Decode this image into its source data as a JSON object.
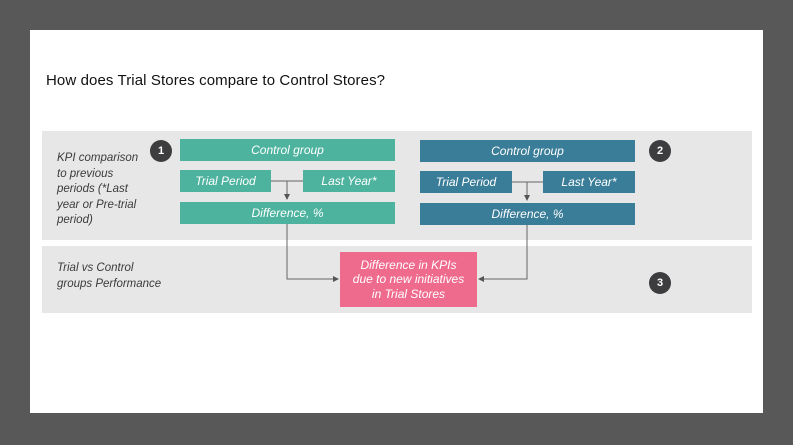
{
  "slide": {
    "title": "How does Trial Stores compare to Control Stores?"
  },
  "rows": {
    "kpi_label": "KPI comparison to previous periods (*Last year or Pre-trial period)",
    "kpi_lines": [
      "KPI comparison",
      "to previous",
      "periods (*Last",
      "year or Pre-trial",
      "period)"
    ],
    "perf_lines": [
      "Trial vs Control",
      "groups Performance"
    ]
  },
  "left_group": {
    "badge": "1",
    "header": "Control group",
    "trial": "Trial Period",
    "last_year": "Last Year*",
    "difference": "Difference, %"
  },
  "right_group": {
    "badge": "2",
    "header": "Control group",
    "trial": "Trial Period",
    "last_year": "Last Year*",
    "difference": "Difference, %"
  },
  "result": {
    "badge": "3",
    "lines": [
      "Difference in KPIs",
      "due to new initiatives",
      "in Trial Stores"
    ]
  },
  "colors": {
    "teal": "#4db39e",
    "blue": "#3a7d98",
    "pink": "#ef6b8d",
    "band": "#e7e7e8",
    "frame": "#585858"
  }
}
